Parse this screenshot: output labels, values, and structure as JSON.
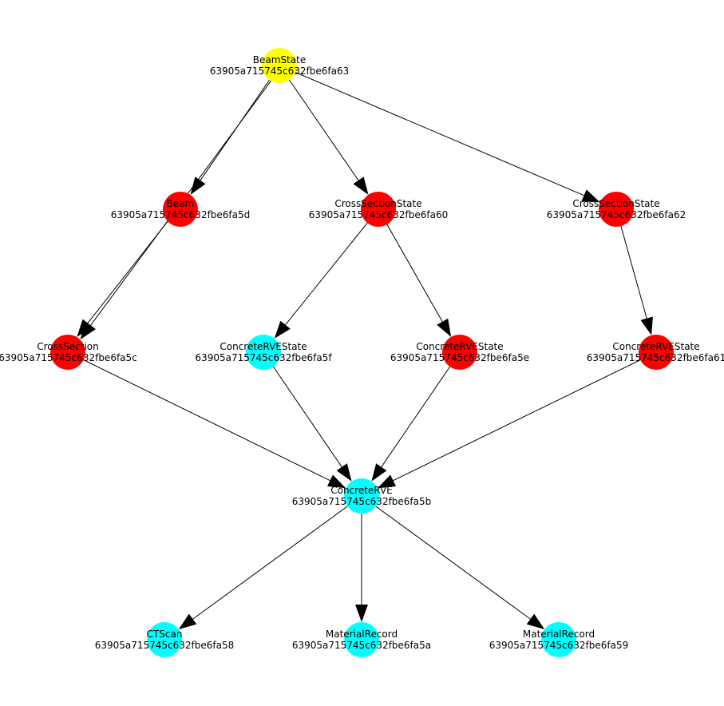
{
  "colors": {
    "yellow": "#ffff00",
    "red": "#ff0000",
    "cyan": "#00ffff",
    "edge": "#000000",
    "background": "#ffffff"
  },
  "nodes": [
    {
      "id": "63905a715745c632fbe6fa63",
      "type": "BeamState",
      "color": "yellow"
    },
    {
      "id": "63905a715745c632fbe6fa5d",
      "type": "Beam",
      "color": "red"
    },
    {
      "id": "63905a715745c632fbe6fa60",
      "type": "CrossSectionState",
      "color": "red"
    },
    {
      "id": "63905a715745c632fbe6fa62",
      "type": "CrossSectionState",
      "color": "red"
    },
    {
      "id": "63905a715745c632fbe6fa5c",
      "type": "CrossSection",
      "color": "red"
    },
    {
      "id": "63905a715745c632fbe6fa5f",
      "type": "ConcreteRVEState",
      "color": "cyan"
    },
    {
      "id": "63905a715745c632fbe6fa5e",
      "type": "ConcreteRVEState",
      "color": "red"
    },
    {
      "id": "63905a715745c632fbe6fa61",
      "type": "ConcreteRVEState",
      "color": "red"
    },
    {
      "id": "63905a715745c632fbe6fa5b",
      "type": "ConcreteRVE",
      "color": "cyan"
    },
    {
      "id": "63905a715745c632fbe6fa58",
      "type": "CTScan",
      "color": "cyan"
    },
    {
      "id": "63905a715745c632fbe6fa5a",
      "type": "MaterialRecord",
      "color": "cyan"
    },
    {
      "id": "63905a715745c632fbe6fa59",
      "type": "MaterialRecord",
      "color": "cyan"
    }
  ],
  "edges": [
    {
      "from": "63905a715745c632fbe6fa63",
      "to": "63905a715745c632fbe6fa5d"
    },
    {
      "from": "63905a715745c632fbe6fa63",
      "to": "63905a715745c632fbe6fa5c"
    },
    {
      "from": "63905a715745c632fbe6fa63",
      "to": "63905a715745c632fbe6fa60"
    },
    {
      "from": "63905a715745c632fbe6fa63",
      "to": "63905a715745c632fbe6fa62"
    },
    {
      "from": "63905a715745c632fbe6fa5d",
      "to": "63905a715745c632fbe6fa5c"
    },
    {
      "from": "63905a715745c632fbe6fa60",
      "to": "63905a715745c632fbe6fa5f"
    },
    {
      "from": "63905a715745c632fbe6fa60",
      "to": "63905a715745c632fbe6fa5e"
    },
    {
      "from": "63905a715745c632fbe6fa62",
      "to": "63905a715745c632fbe6fa61"
    },
    {
      "from": "63905a715745c632fbe6fa5c",
      "to": "63905a715745c632fbe6fa5b"
    },
    {
      "from": "63905a715745c632fbe6fa5f",
      "to": "63905a715745c632fbe6fa5b"
    },
    {
      "from": "63905a715745c632fbe6fa5e",
      "to": "63905a715745c632fbe6fa5b"
    },
    {
      "from": "63905a715745c632fbe6fa61",
      "to": "63905a715745c632fbe6fa5b"
    },
    {
      "from": "63905a715745c632fbe6fa5b",
      "to": "63905a715745c632fbe6fa58"
    },
    {
      "from": "63905a715745c632fbe6fa5b",
      "to": "63905a715745c632fbe6fa5a"
    },
    {
      "from": "63905a715745c632fbe6fa5b",
      "to": "63905a715745c632fbe6fa59"
    }
  ]
}
